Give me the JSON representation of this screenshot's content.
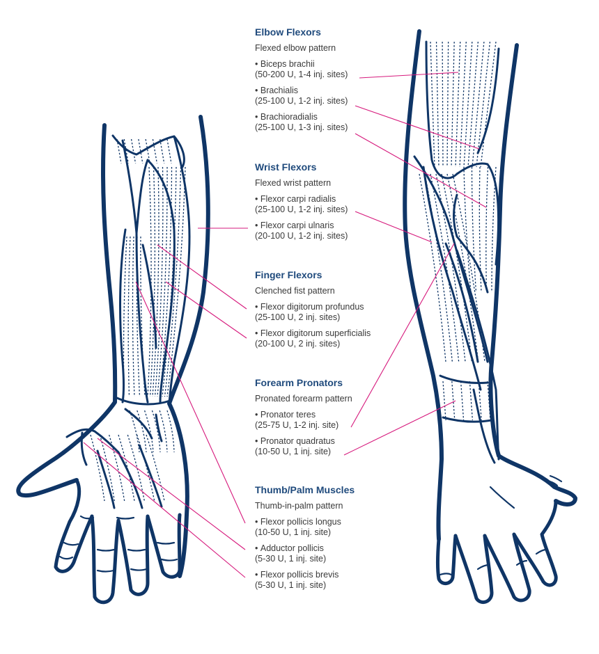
{
  "colors": {
    "outline": "#0f3566",
    "fiber": "#0f3566",
    "leader": "#d6197c",
    "heading": "#1f4a7c",
    "text": "#3a3a3a"
  },
  "groups": [
    {
      "heading": "Elbow Flexors",
      "pattern": "Flexed elbow pattern",
      "items": [
        {
          "name": "Biceps brachii",
          "dose": "(50-200 U, 1-4 inj. sites)"
        },
        {
          "name": "Brachialis",
          "dose": "(25-100 U, 1-2 inj. sites)"
        },
        {
          "name": "Brachioradialis",
          "dose": "(25-100 U, 1-3 inj. sites)"
        }
      ]
    },
    {
      "heading": "Wrist Flexors",
      "pattern": "Flexed wrist pattern",
      "items": [
        {
          "name": "Flexor carpi radialis",
          "dose": "(25-100 U, 1-2 inj. sites)"
        },
        {
          "name": "Flexor carpi ulnaris",
          "dose": "(20-100 U, 1-2 inj. sites)"
        }
      ]
    },
    {
      "heading": "Finger Flexors",
      "pattern": "Clenched fist pattern",
      "items": [
        {
          "name": "Flexor digitorum profundus",
          "dose": "(25-100 U, 2 inj. sites)"
        },
        {
          "name": "Flexor digitorum superficialis",
          "dose": "(20-100 U, 2 inj. sites)"
        }
      ]
    },
    {
      "heading": "Forearm Pronators",
      "pattern": "Pronated forearm pattern",
      "items": [
        {
          "name": "Pronator teres",
          "dose": "(25-75 U, 1-2 inj. site)"
        },
        {
          "name": "Pronator quadratus",
          "dose": "(10-50 U, 1 inj. site)"
        }
      ]
    },
    {
      "heading": "Thumb/Palm Muscles",
      "pattern": "Thumb-in-palm pattern",
      "items": [
        {
          "name": "Flexor pollicis longus",
          "dose": "(10-50 U, 1 inj. site)"
        },
        {
          "name": "Adductor pollicis",
          "dose": "(5-30 U, 1 inj. site)"
        },
        {
          "name": "Flexor pollicis brevis",
          "dose": "(5-30 U, 1 inj. site)"
        }
      ]
    }
  ]
}
